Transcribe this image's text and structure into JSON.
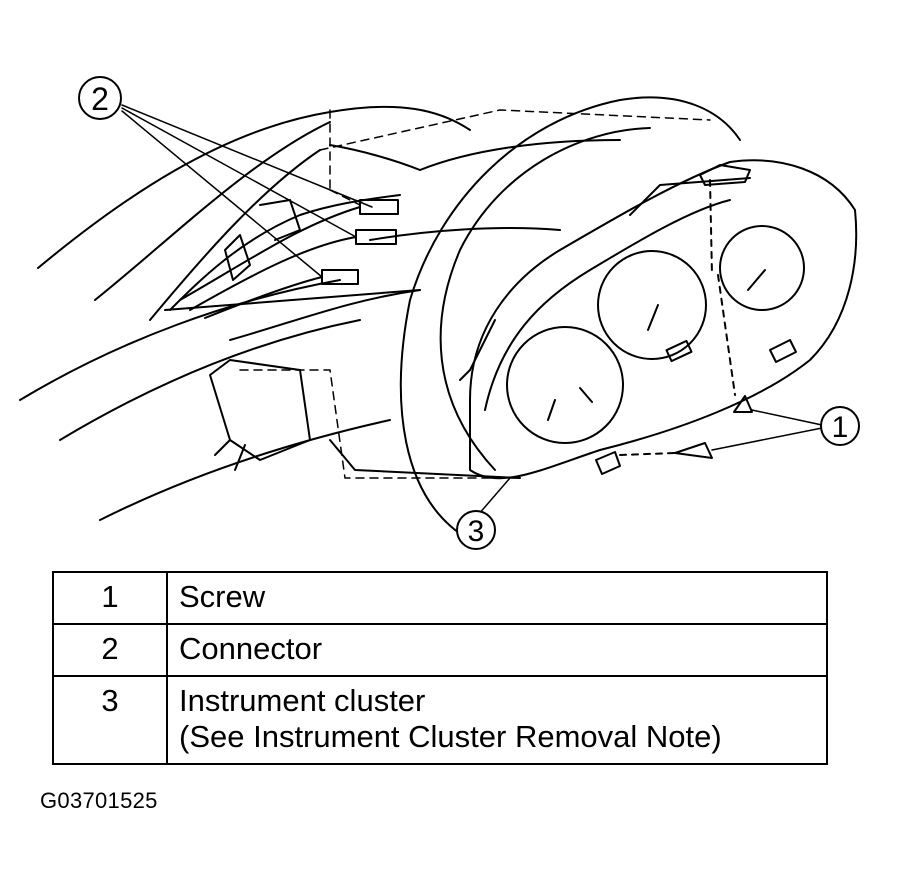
{
  "callouts": [
    {
      "id": "1",
      "label": "1"
    },
    {
      "id": "2",
      "label": "2"
    },
    {
      "id": "3",
      "label": "3"
    }
  ],
  "legend": {
    "rows": [
      {
        "number": "1",
        "description": "Screw",
        "note": ""
      },
      {
        "number": "2",
        "description": "Connector",
        "note": ""
      },
      {
        "number": "3",
        "description": "Instrument cluster",
        "note": "(See Instrument Cluster Removal Note)"
      }
    ]
  },
  "figure_id": "G03701525",
  "colors": {
    "ink": "#000000",
    "paper": "#ffffff"
  }
}
